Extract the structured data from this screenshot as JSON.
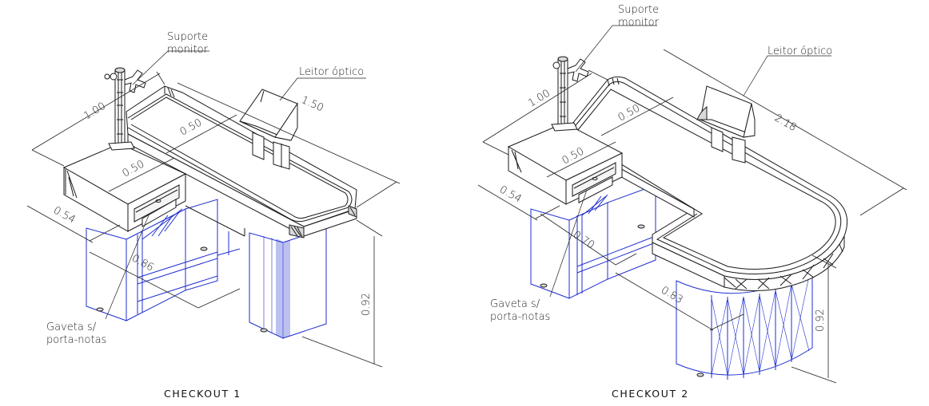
{
  "checkout1": {
    "title": "CHECKOUT 1",
    "labels": {
      "monitor": [
        "Suporte",
        "monitor"
      ],
      "scanner": "Leitor óptico",
      "drawer": [
        "Gaveta s/",
        "porta-notas"
      ]
    },
    "dimensions": {
      "depth_top": "1.00",
      "length": "1.50",
      "belt_width": "0.50",
      "box_width": "0.50",
      "box_depth": "0.54",
      "base_length": "0.86",
      "height": "0.92"
    }
  },
  "checkout2": {
    "title": "CHECKOUT 2",
    "labels": {
      "monitor": [
        "Suporte",
        "monitor"
      ],
      "scanner": "Leitor óptico",
      "drawer": [
        "Gaveta s/",
        "porta-notas"
      ]
    },
    "dimensions": {
      "depth_top": "1.00",
      "length": "2.18",
      "belt_width": "0.50",
      "box_width": "0.50",
      "box_depth": "0.54",
      "base_length": "0.70",
      "bag_length": "0.83",
      "height": "0.92"
    }
  },
  "colors": {
    "frame": "#1a1a1a",
    "base": "#1f2fd0"
  }
}
